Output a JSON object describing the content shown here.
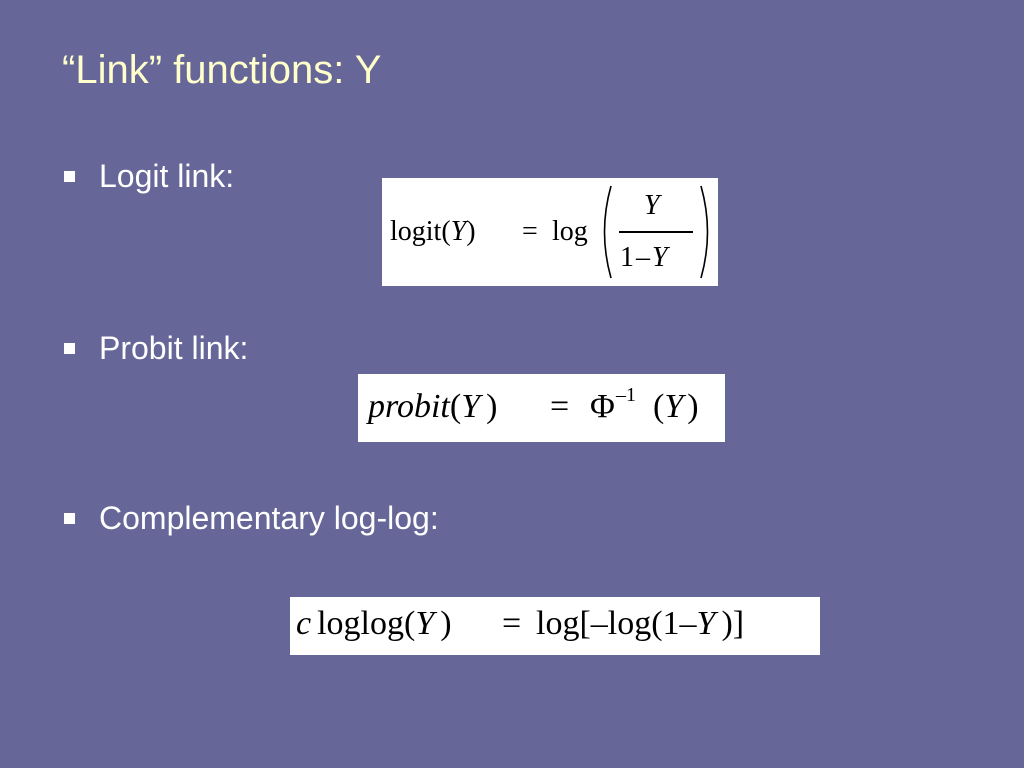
{
  "slide": {
    "title": "“Link” functions: Y"
  },
  "bullets": [
    {
      "label": "Logit link:"
    },
    {
      "label": "Probit link:"
    },
    {
      "label": "Complementary log-log:"
    }
  ],
  "formulas": {
    "logit": {
      "lhs_func": "logit(",
      "lhs_var": "Y",
      "lhs_close": ")",
      "equals": "=",
      "rhs_func": "log",
      "numerator": "Y",
      "denominator_one": "1",
      "denominator_minus": "–",
      "denominator_var": "Y"
    },
    "probit": {
      "lhs_func": "probit",
      "lhs_open": "(",
      "lhs_var": "Y",
      "lhs_close": ")",
      "equals": "=",
      "phi": "Φ",
      "superscript": "–1",
      "rhs_open": "(",
      "rhs_var": "Y",
      "rhs_close": ")"
    },
    "cloglog": {
      "prefix": "c",
      "lhs_func": "loglog(",
      "lhs_var": "Y",
      "lhs_close": ")",
      "equals": "=",
      "rhs_part1": "log[–log(1–",
      "rhs_var": "Y",
      "rhs_close": ")]"
    }
  }
}
